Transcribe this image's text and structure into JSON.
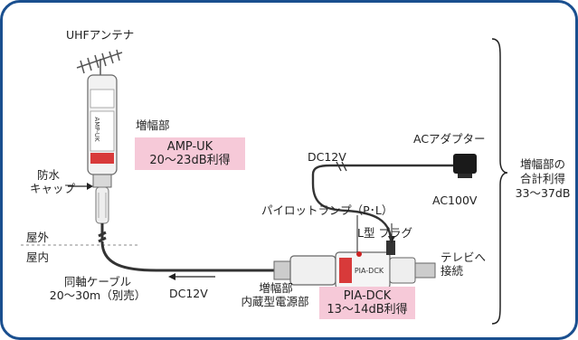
{
  "labels": {
    "uhf_antenna": "UHFアンテナ",
    "amp_unit": "増幅部",
    "amp_model": "AMP-UK",
    "amp_gain": "20～23dB利得",
    "waterproof_line1": "防水",
    "waterproof_line2": "キャップ",
    "outdoor": "屋外",
    "indoor": "屋内",
    "coax_line1": "同軸ケーブル",
    "coax_line2": "20～30m（別売）",
    "dc12v_bottom": "DC12V",
    "psu_line1": "増幅部",
    "psu_line2": "内蔵型電源部",
    "psu_model": "PIA-DCK",
    "psu_gain": "13～14dB利得",
    "pilot_lamp": "パイロットランプ（P･L）",
    "l_plug": "L型 プラグ",
    "dc12v_top": "DC12V",
    "ac_adapter": "ACアダプター",
    "ac100v": "AC100V",
    "tv_line1": "テレビへ",
    "tv_line2": "接続",
    "total_line1": "増幅部の",
    "total_line2": "合計利得",
    "total_line3": "33～37dB"
  },
  "device_marks": {
    "amp_brand": "AMP-UK",
    "psu_brand": "PIA-DCK"
  },
  "colors": {
    "frame": "#1a4f8f",
    "pink_box": "#f6c9d8",
    "amp_stripe": "#d83a3a",
    "cable": "#333333"
  }
}
